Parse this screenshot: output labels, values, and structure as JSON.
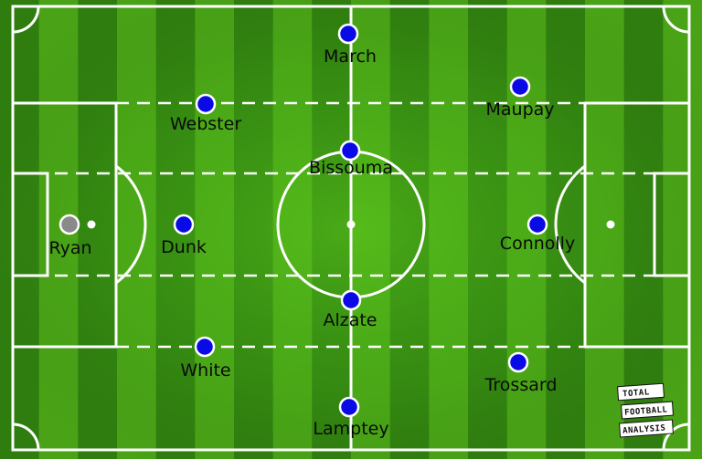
{
  "colors": {
    "pitch_dark": "#2f7d0f",
    "pitch_light": "#4aa316",
    "lines": "#ffffff",
    "player": "#0a0ae6",
    "goalkeeper": "#8a8a8a"
  },
  "players": [
    {
      "name": "Ryan",
      "role": "goalkeeper"
    },
    {
      "name": "Webster",
      "role": "outfield"
    },
    {
      "name": "Dunk",
      "role": "outfield"
    },
    {
      "name": "White",
      "role": "outfield"
    },
    {
      "name": "March",
      "role": "outfield"
    },
    {
      "name": "Bissouma",
      "role": "outfield"
    },
    {
      "name": "Alzate",
      "role": "outfield"
    },
    {
      "name": "Lamptey",
      "role": "outfield"
    },
    {
      "name": "Maupay",
      "role": "outfield"
    },
    {
      "name": "Connolly",
      "role": "outfield"
    },
    {
      "name": "Trossard",
      "role": "outfield"
    }
  ],
  "logo": {
    "line1": "TOTAL",
    "line2": "FOOTBALL",
    "line3": "ANALYSIS"
  }
}
